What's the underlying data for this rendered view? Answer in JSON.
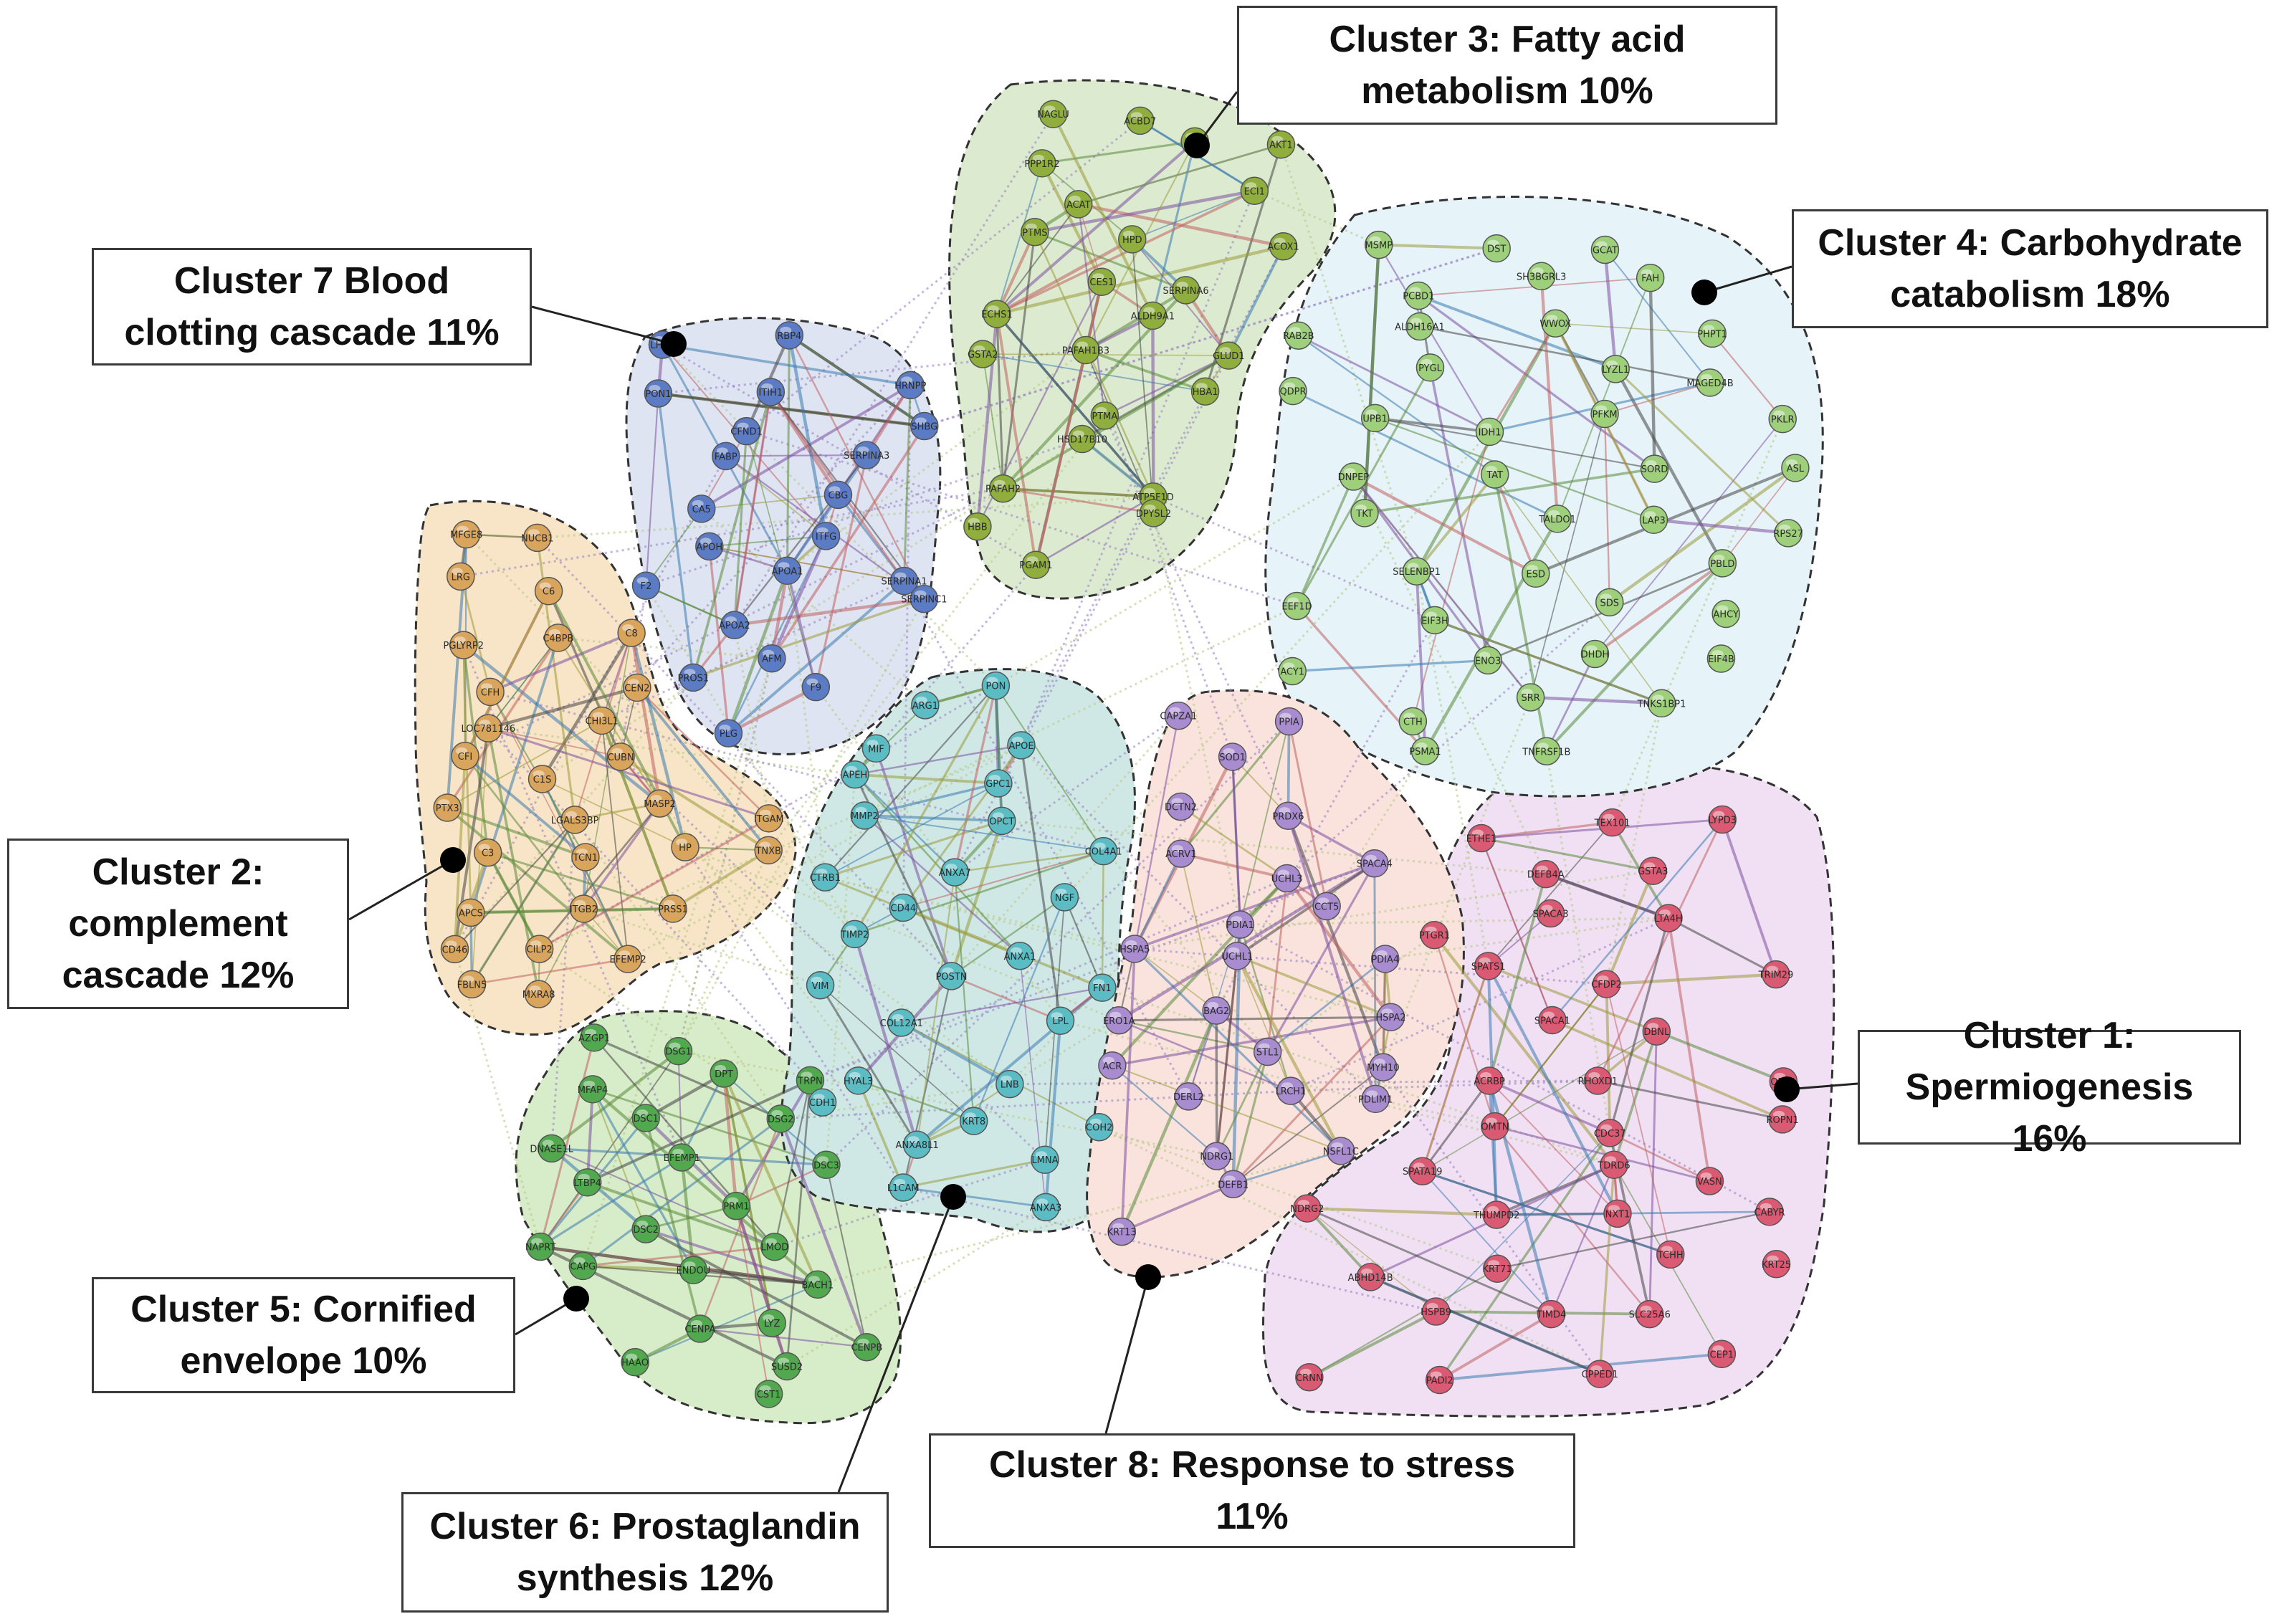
{
  "clusters": [
    {
      "id": "c1",
      "label": "Cluster 1:\nSpermiogenesis 16%",
      "color": "#f1e0f4",
      "node": "#d95a72",
      "genes": [
        "ETHE1",
        "TEX101",
        "LYPD3",
        "DEFB4A",
        "GSTA3",
        "PTGR1",
        "SPACA3",
        "LTA4H",
        "SPATS1",
        "CFDP2",
        "TRIM29",
        "SPACA1",
        "DBNL",
        "ACRBP",
        "RHOXD1",
        "ODF1",
        "OMTN",
        "CDC37",
        "ROPN1",
        "SPATA19",
        "TDRD6",
        "VASN",
        "NDRG2",
        "THUMPD2",
        "NXT1",
        "CABYR",
        "ABHD14B",
        "KRT71",
        "TCHH",
        "KRT25",
        "HSPB9",
        "TIMD4",
        "SLC25A6",
        "CRNN",
        "PADI2",
        "CPPED1",
        "CEP1"
      ]
    },
    {
      "id": "c2",
      "label": "Cluster 2:\ncomplement\ncascade 12%",
      "color": "#f8e4c6",
      "node": "#d9a55c",
      "genes": [
        "MFGE8",
        "NUCB1",
        "LRG",
        "C6",
        "PGLYRP2",
        "C4BPB",
        "C8",
        "CFH",
        "CEN2",
        "LOC781146",
        "CHI3L1",
        "CFI",
        "C1S",
        "CUBN",
        "PTX3",
        "LGALS3BP",
        "MASP2",
        "ITGAM",
        "C3",
        "TCN1",
        "HP",
        "TNXB",
        "APCS",
        "ITGB2",
        "PRSS1",
        "CD46",
        "CILP2",
        "EFEMP2",
        "FBLN5",
        "MXRA8"
      ]
    },
    {
      "id": "c3",
      "label": "Cluster 3: Fatty acid\nmetabolism 10%",
      "color": "#dcebcf",
      "node": "#8fae3e",
      "genes": [
        "NAGLU",
        "ACBD7",
        "PPP1R2",
        "DDT",
        "AKT1",
        "ACAT",
        "ECI1",
        "PTMS",
        "HPD",
        "ACOX1",
        "CES1",
        "SERPINA6",
        "ECHS1",
        "ALDH9A1",
        "GSTA2",
        "PAFAH1B3",
        "GLUD1",
        "PTMA",
        "HBA1",
        "HSD17B10",
        "PAFAH2",
        "ATP5F1D",
        "HBB",
        "DPYSL2",
        "PGAM1"
      ]
    },
    {
      "id": "c4",
      "label": "Cluster 4: Carbohydrate\ncatabolism 18%",
      "color": "#e6f3f8",
      "node": "#9ed07c",
      "genes": [
        "MSMP",
        "DST",
        "GCAT",
        "PCBD1",
        "SH3BGRL3",
        "FAH",
        "RAB2B",
        "ALDH16A1",
        "WWOX",
        "PHPT1",
        "QDPR",
        "PYGL",
        "LYZL1",
        "MAGED4B",
        "UPB1",
        "IDH1",
        "PFKM",
        "PKLR",
        "DNPEP",
        "TAT",
        "SORD",
        "ASL",
        "TKT",
        "TALDO1",
        "LAP3",
        "RPS27",
        "SELENBP1",
        "ESD",
        "PBLD",
        "EEF1D",
        "EIF3H",
        "SDS",
        "AHCY",
        "ACY1",
        "ENO3",
        "DHDH",
        "EIF4B",
        "CTH",
        "SRR",
        "TNKS1BP1",
        "PSMA1",
        "TNFRSF1B"
      ]
    },
    {
      "id": "c5",
      "label": "Cluster 5: Cornified\nenvelope 10%",
      "color": "#d7ecc8",
      "node": "#52a84f",
      "genes": [
        "AZGP1",
        "DSG1",
        "MFAP4",
        "DPT",
        "TRPN",
        "DSC1",
        "DSG2",
        "DNASE1L",
        "EFEMP1",
        "DSC3",
        "LTBP4",
        "PRM1",
        "NAPRT",
        "DSC2",
        "LMOD",
        "CAPG",
        "ENDOU",
        "BACH1",
        "CENPA",
        "LYZ",
        "HAAO",
        "SUSD2",
        "CENPB",
        "CST1"
      ]
    },
    {
      "id": "c6",
      "label": "Cluster 6: Prostaglandin\nsynthesis 12%",
      "color": "#cfe8e6",
      "node": "#5cbcc4",
      "genes": [
        "ARG1",
        "PON",
        "MIF",
        "APOE",
        "APEH",
        "GPC1",
        "MMP2",
        "OPCT",
        "CTRB1",
        "ANXA7",
        "COL4A1",
        "CD44",
        "NGF",
        "TIMP2",
        "ANXA1",
        "VIM",
        "POSTN",
        "FN1",
        "COL12A1",
        "LPL",
        "HYAL3",
        "LNB",
        "CDH1",
        "KRT8",
        "COH2",
        "ANXA8L1",
        "LMNA",
        "L1CAM",
        "ANXA3"
      ]
    },
    {
      "id": "c7",
      "label": "Cluster 7 Blood\nclotting cascade 11%",
      "color": "#dee4f1",
      "node": "#5b7bc4",
      "genes": [
        "LHX1",
        "RBP4",
        "PON1",
        "ITIH1",
        "HRNPP",
        "CFND1",
        "SHBG",
        "FABP",
        "SERPINA3",
        "CA5",
        "CBG",
        "APOH",
        "ITFG",
        "F2",
        "APOA1",
        "SERPINA1",
        "APOA2",
        "SERPINC1",
        "AFM",
        "PROS1",
        "F9",
        "PLG"
      ]
    },
    {
      "id": "c8",
      "label": "Cluster 8: Response to stress\n11%",
      "color": "#f9e3dc",
      "node": "#a98bd0",
      "genes": [
        "CAPZA1",
        "PPIA",
        "SOD1",
        "DCTN2",
        "PRDX6",
        "ACRV1",
        "UCHL3",
        "SPACA4",
        "PDIA1",
        "CCT5",
        "HSPA5",
        "UCHL1",
        "PDIA4",
        "ERO1A",
        "BAG2",
        "HSPA2",
        "ACR",
        "STL1",
        "MYH10",
        "DERL2",
        "LRCH1",
        "PDLIM1",
        "NDRG1",
        "NSFL1C",
        "DEFB1",
        "KRT13"
      ]
    }
  ]
}
